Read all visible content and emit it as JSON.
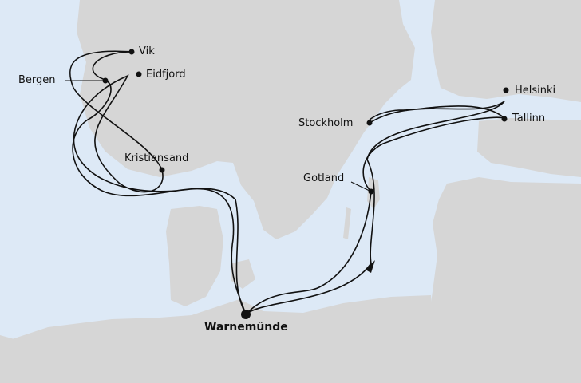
{
  "colors": {
    "sea": "#dde9f6",
    "land": "#d6d6d6",
    "route": "#111111"
  },
  "ports": [
    {
      "name": "Vik"
    },
    {
      "name": "Bergen"
    },
    {
      "name": "Eidfjord"
    },
    {
      "name": "Stockholm"
    },
    {
      "name": "Helsinki"
    },
    {
      "name": "Tallinn"
    },
    {
      "name": "Kristiansand"
    },
    {
      "name": "Gotland"
    },
    {
      "name": "Warnemünde"
    }
  ],
  "route_direction_icon": "arrowhead"
}
